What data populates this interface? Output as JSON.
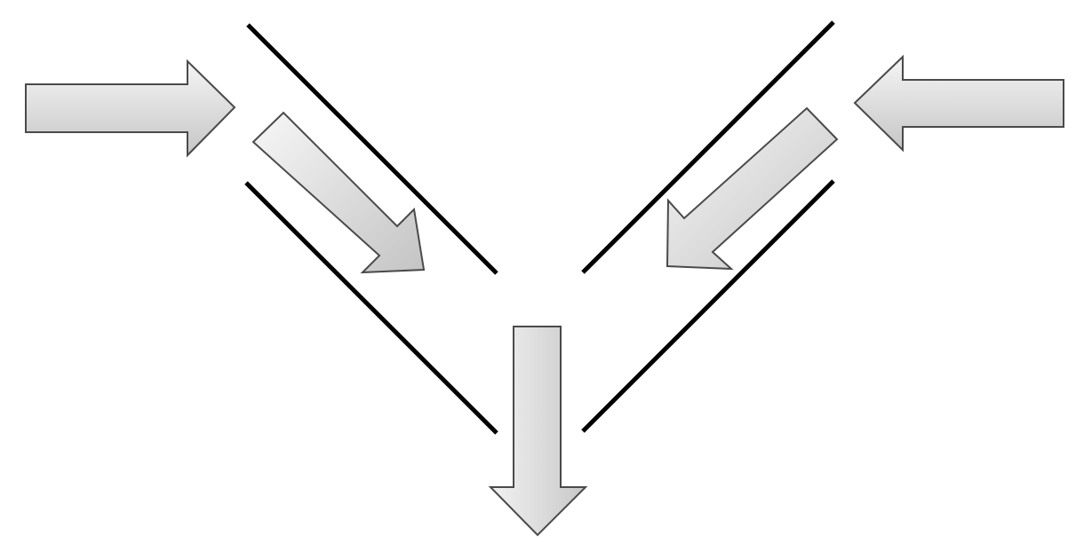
{
  "diagram": {
    "colors": {
      "arrow_fill_light": "#f7f7f7",
      "arrow_fill_dark": "#c4c4c4",
      "arrow_stroke": "#4a4a4a",
      "wall_stroke": "#000000",
      "background": "#ffffff"
    },
    "walls": [
      {
        "name": "left-channel-upper-wall"
      },
      {
        "name": "left-channel-lower-wall"
      },
      {
        "name": "right-channel-upper-wall"
      },
      {
        "name": "right-channel-lower-wall"
      }
    ],
    "arrows": [
      {
        "name": "left-inlet-arrow",
        "direction": "right"
      },
      {
        "name": "right-inlet-arrow",
        "direction": "left"
      },
      {
        "name": "left-channel-arrow",
        "direction": "down-right"
      },
      {
        "name": "right-channel-arrow",
        "direction": "down-left"
      },
      {
        "name": "outlet-arrow",
        "direction": "down"
      }
    ]
  }
}
